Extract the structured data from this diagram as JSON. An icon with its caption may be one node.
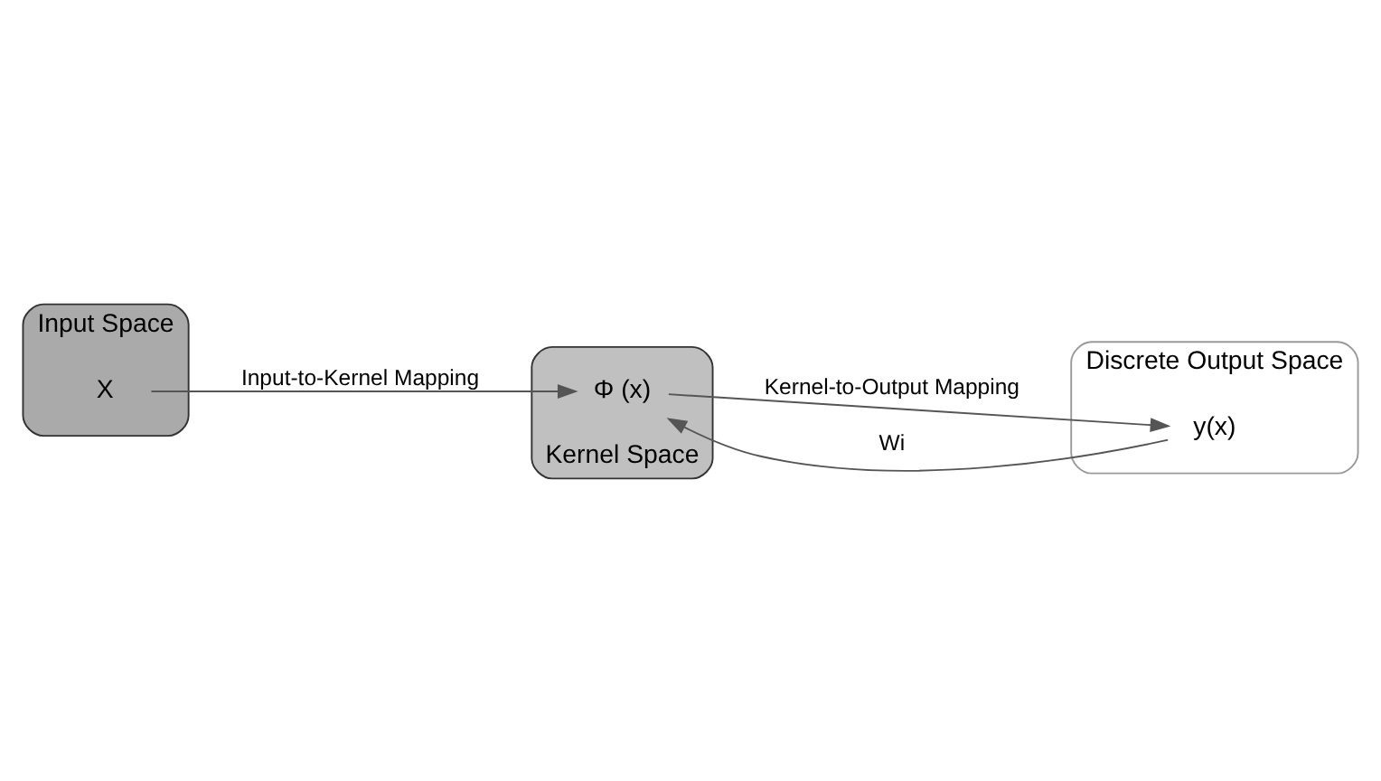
{
  "diagram": {
    "nodes": [
      {
        "text": [
          "Input Space"
        ]
      },
      {
        "text": [
          "X"
        ],
        "in": 0
      },
      {
        "text": [
          "Kernel Space"
        ]
      },
      {
        "text": [
          "Φ (x)"
        ],
        "in": 2
      },
      {
        "text": [
          "Discrete Output Space"
        ]
      },
      {
        "text": [
          "y(x)"
        ],
        "in": 4
      }
    ],
    "edges": [
      {
        "from": 1,
        "to": 3,
        "arrow": "to",
        "label": "Input-to-Kernel Mapping"
      },
      {
        "from": 3,
        "to": 5,
        "arrow": "to",
        "label": "Kernel-to-Output Mapping"
      },
      {
        "from": 5,
        "to": 3,
        "arrow": "to",
        "label": "Wi"
      }
    ]
  }
}
